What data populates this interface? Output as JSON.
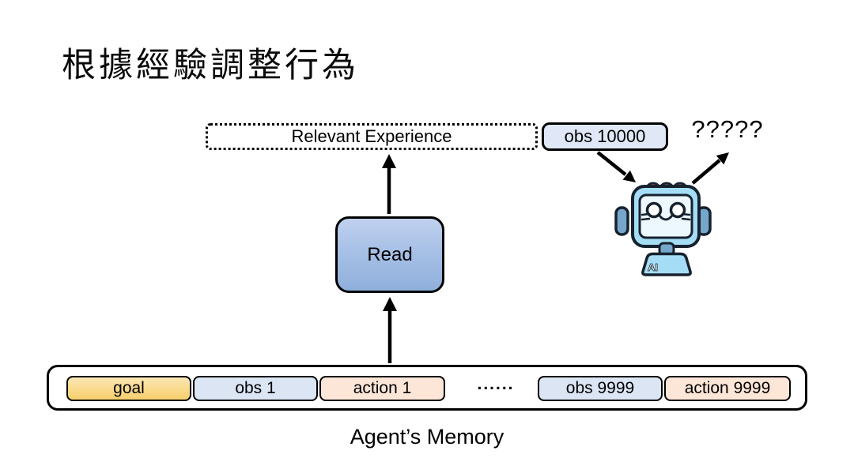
{
  "title": "根據經驗調整行為",
  "diagram": {
    "relevant_experience_label": "Relevant Experience",
    "obs_current_label": "obs 10000",
    "question_marks": "?????",
    "read_label": "Read",
    "robot_badge": "AI",
    "memory": {
      "caption": "Agent’s Memory",
      "ellipsis": "......",
      "items": [
        {
          "label": "goal",
          "color": "#F8CF6C"
        },
        {
          "label": "obs 1",
          "color": "#DBE5F4"
        },
        {
          "label": "action 1",
          "color": "#FCE6D8"
        },
        {
          "label": "obs 9999",
          "color": "#DBE5F4"
        },
        {
          "label": "action 9999",
          "color": "#FCE6D8"
        }
      ]
    }
  },
  "colors": {
    "outline": "#000000",
    "goal_fill": "#F8CF6C",
    "obs_fill": "#DBE5F4",
    "action_fill": "#FCE6D8",
    "obs_current_fill": "#E0E8F7",
    "read_fill_top": "#C0D1EE",
    "read_fill_bottom": "#8FB0DC",
    "robot_body_blue": "#A5DDF6",
    "robot_screen_blue": "#ECF7FE",
    "robot_accent_blue": "#76A7CB",
    "robot_bump_red": "#E46880",
    "robot_outline": "#16222E"
  }
}
